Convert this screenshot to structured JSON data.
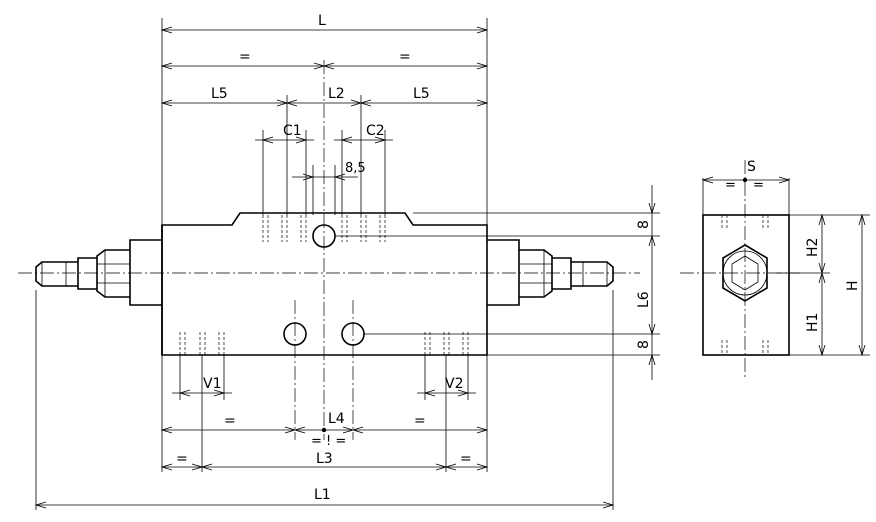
{
  "drawing": {
    "labels": {
      "L": "L",
      "eq": "=",
      "L5": "L5",
      "L2": "L2",
      "C1": "C1",
      "C2": "C2",
      "d85": "8,5",
      "d8": "8",
      "L6": "L6",
      "V1": "V1",
      "V2": "V2",
      "L4": "L4",
      "eqeq": "= ! =",
      "L3": "L3",
      "L1": "L1",
      "S": "S",
      "H": "H",
      "H1": "H1",
      "H2": "H2"
    }
  }
}
